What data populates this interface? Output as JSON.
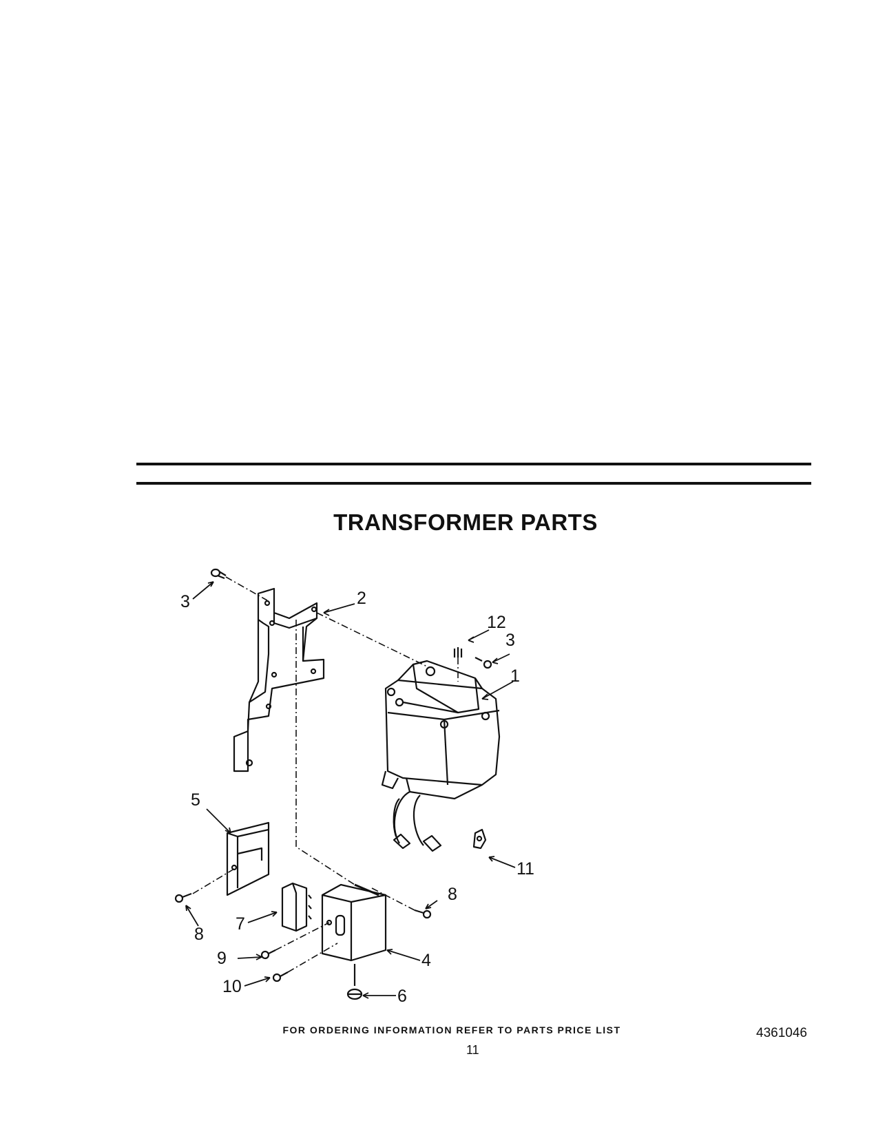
{
  "header": {
    "title": "TRANSFORMER PARTS"
  },
  "callouts": {
    "c1": "1",
    "c2": "2",
    "c3a": "3",
    "c3b": "3",
    "c4": "4",
    "c5": "5",
    "c6": "6",
    "c7": "7",
    "c8a": "8",
    "c8b": "8",
    "c9": "9",
    "c10": "10",
    "c11": "11",
    "c12": "12"
  },
  "footer": {
    "ordering_note": "FOR ORDERING INFORMATION REFER TO PARTS PRICE LIST",
    "page_number": "11",
    "document_number": "4361046"
  }
}
